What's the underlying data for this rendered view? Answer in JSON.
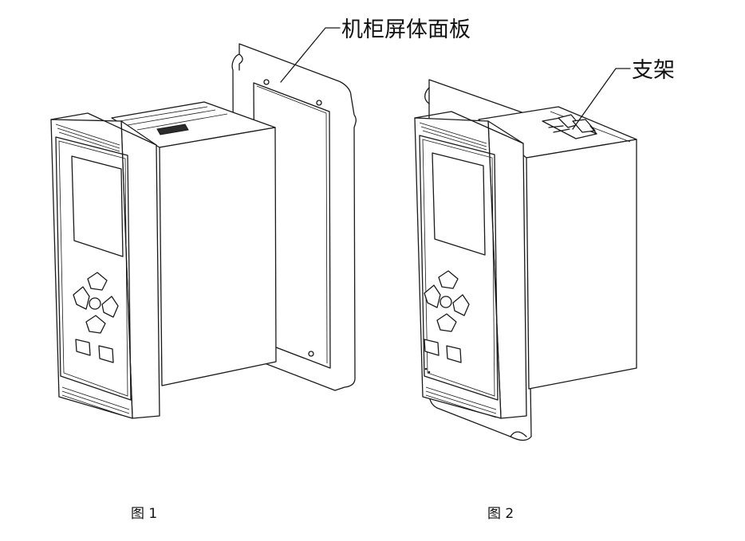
{
  "labels": {
    "panel": "机柜屏体面板",
    "bracket": "支架"
  },
  "captions": {
    "figure1": "图 1",
    "figure2": "图 2"
  }
}
